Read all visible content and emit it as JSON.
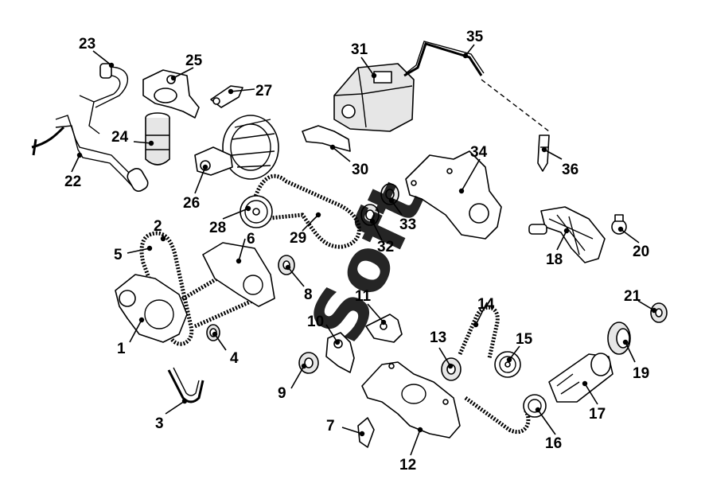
{
  "diagram": {
    "watermark": "Soft",
    "callouts": [
      "1",
      "2",
      "3",
      "4",
      "5",
      "6",
      "7",
      "8",
      "9",
      "10",
      "11",
      "12",
      "13",
      "14",
      "15",
      "16",
      "17",
      "18",
      "19",
      "20",
      "21",
      "22",
      "23",
      "24",
      "25",
      "26",
      "27",
      "28",
      "29",
      "30",
      "31",
      "32",
      "33",
      "34",
      "35",
      "36"
    ]
  }
}
